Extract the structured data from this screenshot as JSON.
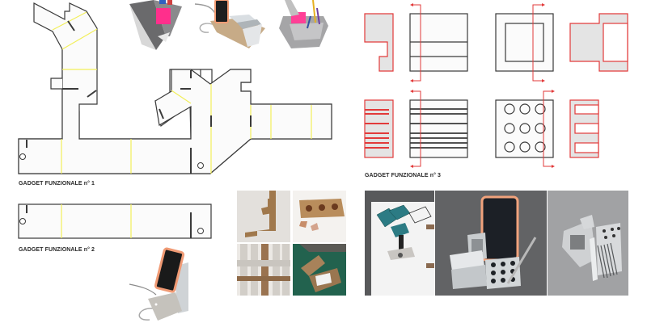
{
  "sections": {
    "gadget1": {
      "caption": "GADGET FUNZIONALE n° 1"
    },
    "gadget2": {
      "caption": "GADGET FUNZIONALE n° 2"
    },
    "gadget3": {
      "caption": "GADGET FUNZIONALE n° 3"
    }
  },
  "colors": {
    "outline": "#3a3a3a",
    "fold_line": "#f2ef5a",
    "section_red": "#e23a3a",
    "section_fill": "#e4e4e4",
    "panel_fill": "#fbfbfb"
  },
  "photos": {
    "gadget1_top": [
      "pen-holder-grey-render",
      "phone-stand-kraft-render",
      "pen-cup-grey-render"
    ],
    "gadget2_prototypes": [
      "cutout-template",
      "laser-cut-pieces",
      "cardboard-strips",
      "assembled-model-on-green-mat"
    ],
    "gadget2_render": "phone-stand-render",
    "gadget3_photos": [
      "sketch-and-model",
      "desk-organizer-with-phone",
      "organizer-side-view"
    ]
  },
  "gadget3_drawings": {
    "hole_grid": {
      "rows": 3,
      "cols": 3
    }
  }
}
